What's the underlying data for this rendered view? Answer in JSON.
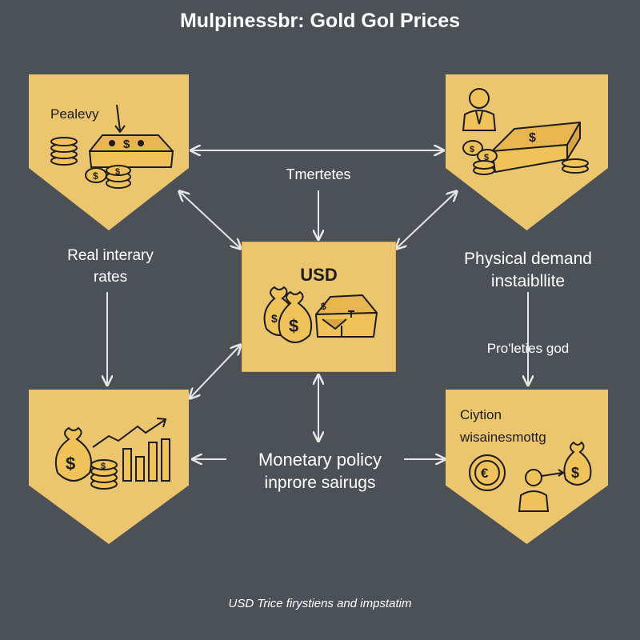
{
  "title": "Mulpinessbr: Gold Gol Prices",
  "nodes": {
    "top_left": {
      "label": "Pealevy",
      "icons": [
        "gold-bar-icon",
        "coin-stack-icon"
      ]
    },
    "top_right": {
      "icons": [
        "person-icon",
        "gold-bar-icon",
        "coin-stack-icon"
      ]
    },
    "center": {
      "label": "USD",
      "icons": [
        "money-bag-icon",
        "gold-bar-icon"
      ]
    },
    "bottom_left": {
      "icons": [
        "money-bag-icon",
        "coin-stack-icon",
        "bar-chart-icon"
      ]
    },
    "bottom_right": {
      "label_line1": "Ciytion",
      "label_line2": "wisainesmottg",
      "icons": [
        "euro-coin-icon",
        "person-icon",
        "money-bag-icon"
      ]
    }
  },
  "labels": {
    "top_middle": "Tmertetes",
    "left_line1": "Real interary",
    "left_line2": "rates",
    "right_line1": "Physical demand",
    "right_line2": "instaibllite",
    "right_lower": "Pro'leties god",
    "bottom_line1": "Monetary policy",
    "bottom_line2": "inprore sairugs"
  },
  "caption": "USD Trice firystiens and impstatim",
  "colors": {
    "background": "#4b5157",
    "node_fill": "#ecc56f",
    "arrow": "#e6e6e6",
    "ink": "#1c1c1c"
  }
}
